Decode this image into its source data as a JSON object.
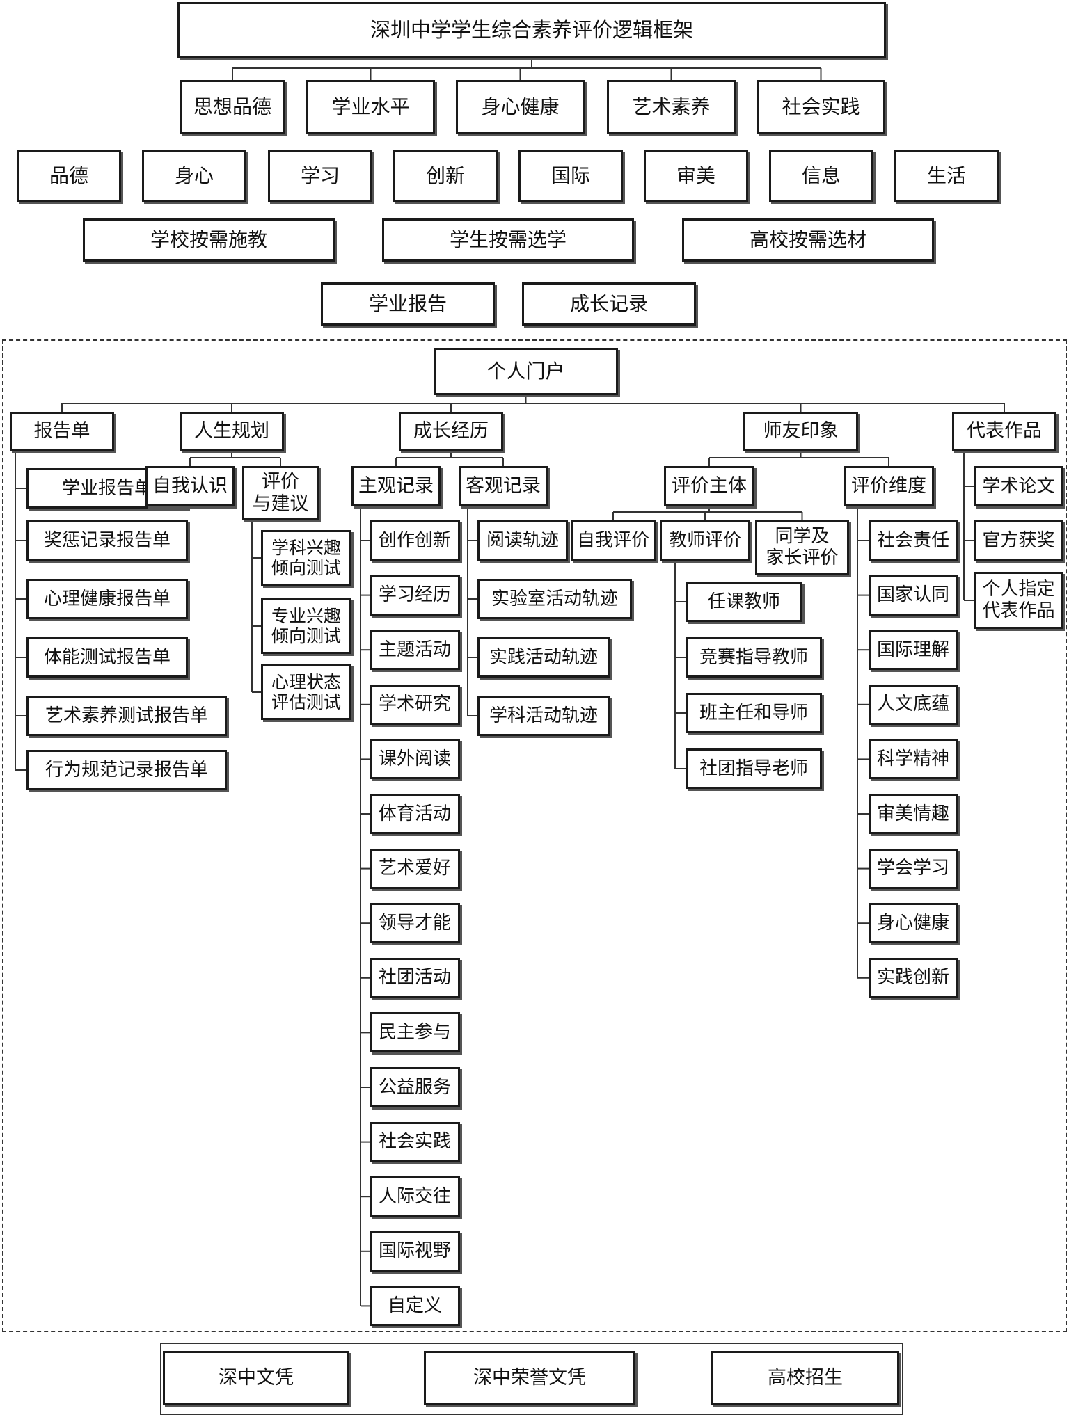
{
  "title": "深圳中学学生综合素养评价逻辑框架",
  "dimensions": [
    "思想品德",
    "学业水平",
    "身心健康",
    "艺术素养",
    "社会实践"
  ],
  "domains": [
    "品德",
    "身心",
    "学习",
    "创新",
    "国际",
    "审美",
    "信息",
    "生活"
  ],
  "purposes": [
    "学校按需施教",
    "学生按需选学",
    "高校按需选材"
  ],
  "records": [
    "学业报告",
    "成长记录"
  ],
  "portal": "个人门户",
  "report": {
    "label": "报告单",
    "items": [
      "学业报告单",
      "奖惩记录报告单",
      "心理健康报告单",
      "体能测试报告单",
      "艺术素养测试报告单",
      "行为规范记录报告单"
    ]
  },
  "plan": {
    "label": "人生规划",
    "self": "自我认识",
    "advice": "评价\n与建议",
    "tests": [
      "学科兴趣\n倾向测试",
      "专业兴趣\n倾向测试",
      "心理状态\n评估测试"
    ]
  },
  "growth": {
    "label": "成长经历",
    "subjective": {
      "label": "主观记录",
      "items": [
        "创作创新",
        "学习经历",
        "主题活动",
        "学术研究",
        "课外阅读",
        "体育活动",
        "艺术爱好",
        "领导才能",
        "社团活动",
        "民主参与",
        "公益服务",
        "社会实践",
        "人际交往",
        "国际视野",
        "自定义"
      ]
    },
    "objective": {
      "label": "客观记录",
      "items": [
        "阅读轨迹",
        "实验室活动轨迹",
        "实践活动轨迹",
        "学科活动轨迹"
      ]
    }
  },
  "impression": {
    "label": "师友印象",
    "subjects": {
      "label": "评价主体",
      "self": "自我评价",
      "teacher": "教师评价",
      "peers": "同学及\n家长评价",
      "teachers": [
        "任课教师",
        "竞赛指导教师",
        "班主任和导师",
        "社团指导老师"
      ]
    },
    "dims": {
      "label": "评价维度",
      "items": [
        "社会责任",
        "国家认同",
        "国际理解",
        "人文底蕴",
        "科学精神",
        "审美情趣",
        "学会学习",
        "身心健康",
        "实践创新"
      ]
    }
  },
  "works": {
    "label": "代表作品",
    "items": [
      "学术论文",
      "官方获奖",
      "个人指定\n代表作品"
    ]
  },
  "outcomes": [
    "深中文凭",
    "深中荣誉文凭",
    "高校招生"
  ]
}
